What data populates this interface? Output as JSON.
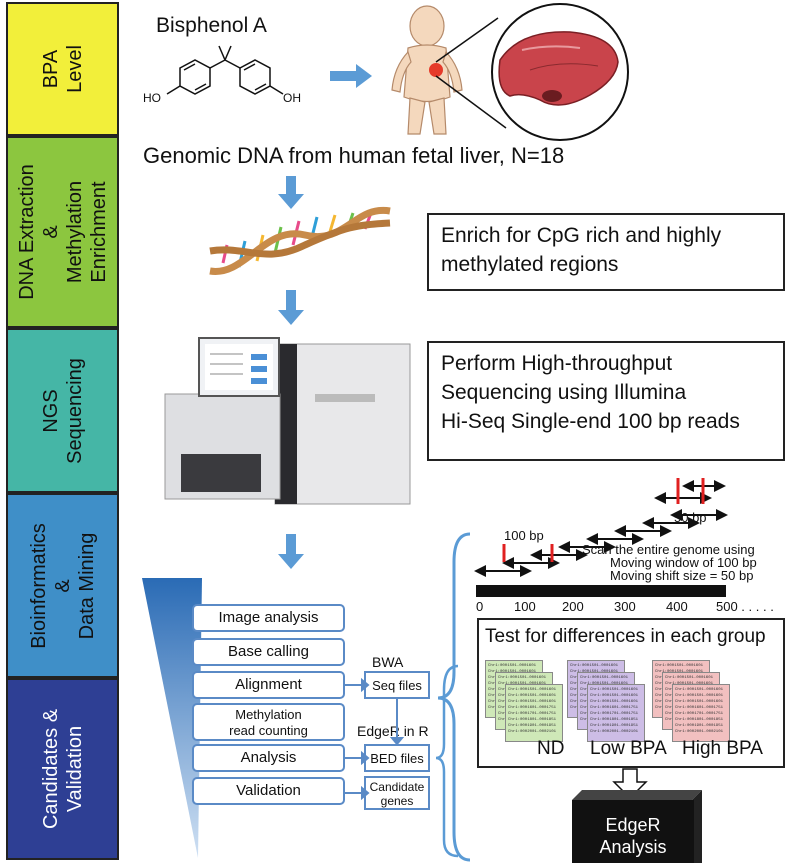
{
  "stages": [
    {
      "lines": [
        "BPA",
        "Level"
      ],
      "color": "#f2ef3a"
    },
    {
      "lines": [
        "DNA Extraction",
        "&",
        "Methylation",
        "Enrichment"
      ],
      "color": "#8cc63f"
    },
    {
      "lines": [
        "NGS",
        "Sequencing"
      ],
      "color": "#45b6a6"
    },
    {
      "lines": [
        "Bioinformatics",
        "&",
        "Data Mining"
      ],
      "color": "#3f8fc8"
    },
    {
      "lines": [
        "Candidates &",
        "Validation"
      ],
      "color": "#2e3f94"
    }
  ],
  "top": {
    "compound_name": "Bisphenol A",
    "ho_left": "HO",
    "oh_right": "OH",
    "sample_caption": "Genomic DNA from human fetal liver, N=18"
  },
  "info_boxes": {
    "enrich": [
      "Enrich for CpG rich and highly",
      "methylated regions"
    ],
    "sequencing": [
      "Perform High-throughput",
      "Sequencing using Illumina",
      "Hi-Seq Single-end 100 bp reads"
    ]
  },
  "pipeline": {
    "steps": [
      {
        "lines": [
          "Image analysis"
        ]
      },
      {
        "lines": [
          "Base calling"
        ]
      },
      {
        "lines": [
          "Alignment"
        ]
      },
      {
        "lines": [
          "Methylation",
          "read counting"
        ]
      },
      {
        "lines": [
          "Analysis"
        ]
      },
      {
        "lines": [
          "Validation"
        ]
      }
    ],
    "tools": {
      "bwa": "BWA",
      "edger": "EdgeR in R"
    },
    "files": [
      {
        "lines": [
          "Seq files"
        ]
      },
      {
        "lines": [
          "BED files"
        ]
      },
      {
        "lines": [
          "Candidate",
          "genes"
        ]
      }
    ]
  },
  "window_diagram": {
    "label_50bp": "50 bp",
    "label_100bp": "100 bp",
    "scan_text": [
      "Scan the entire genome using",
      "Moving window of 100 bp",
      "Moving shift size = 50 bp"
    ],
    "axis_ticks": [
      "0",
      "100",
      "200",
      "300",
      "400",
      "500 . . . . ."
    ]
  },
  "test_panel": {
    "title": "Test for differences in each group",
    "groups": [
      {
        "label": "ND",
        "color": "#cfe8b8"
      },
      {
        "label": "Low BPA",
        "color": "#cdbde6"
      },
      {
        "label": "High BPA",
        "color": "#f2c0c0"
      }
    ],
    "sheet_rows": [
      "Chr1:0001501-0001601",
      "Chr1:0001501-0001601",
      "Chr1:0001501-0001601",
      "Chr1:0001601-0001751",
      "Chr1:0001701-0001751",
      "Chr1:0001801-0001851",
      "Chr1:0001901-0001951",
      "Chr1:0002001-0002101"
    ]
  },
  "final_box": [
    "EdgeR",
    "Analysis"
  ],
  "colors": {
    "arrow_blue": "#5b9bd5",
    "red_marker": "#e02020",
    "funnel_blue": "#3d7fc4"
  }
}
